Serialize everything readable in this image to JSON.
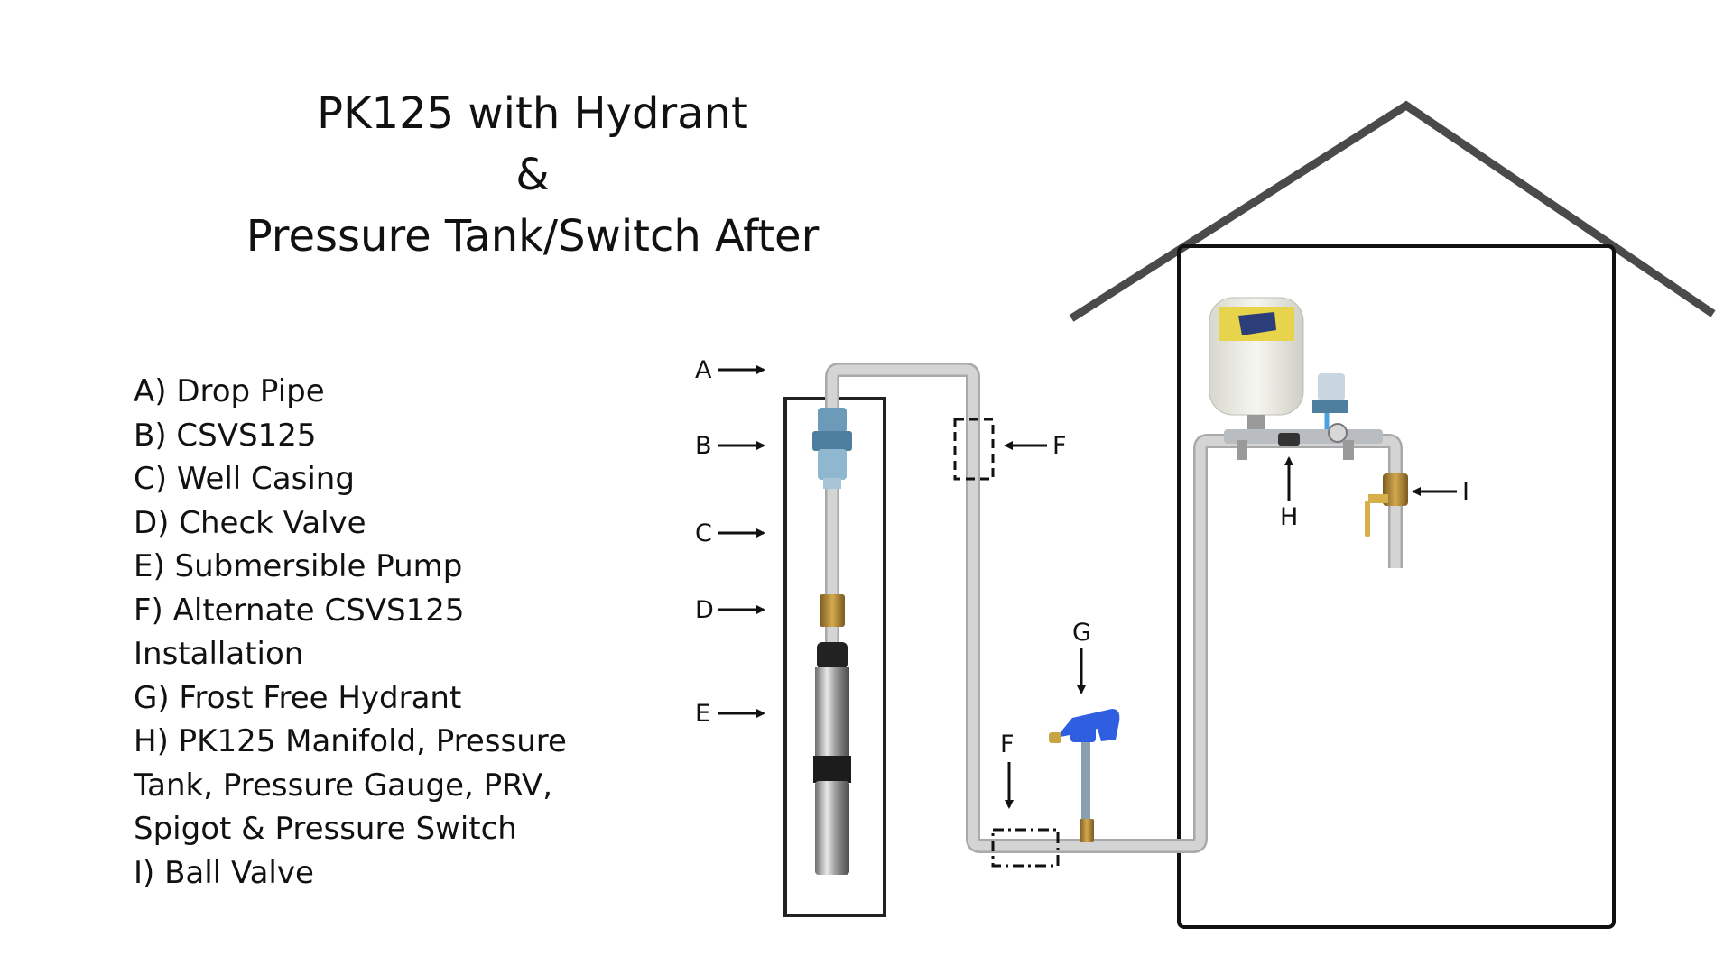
{
  "title": {
    "line1": "PK125 with Hydrant",
    "line2": "&",
    "line3": "Pressure Tank/Switch After"
  },
  "legend": [
    "A) Drop Pipe",
    "B) CSVS125",
    "C) Well Casing",
    "D) Check Valve",
    "E) Submersible Pump",
    "F) Alternate CSVS125",
    "Installation",
    "G) Frost Free Hydrant",
    "H) PK125 Manifold, Pressure",
    "Tank, Pressure Gauge, PRV,",
    "Spigot & Pressure Switch",
    "I) Ball Valve"
  ],
  "callouts": {
    "a": "A",
    "b": "B",
    "c": "C",
    "d": "D",
    "e": "E",
    "f_upper": "F",
    "f_lower": "F",
    "g": "G",
    "h": "H",
    "i": "I"
  },
  "colors": {
    "pipe": "#c8c8c8",
    "pipe_edge": "#a9a9a9",
    "roof": "#4a4a4a",
    "hydrant": "#2f5fe0",
    "brass": "#b08a3a"
  }
}
